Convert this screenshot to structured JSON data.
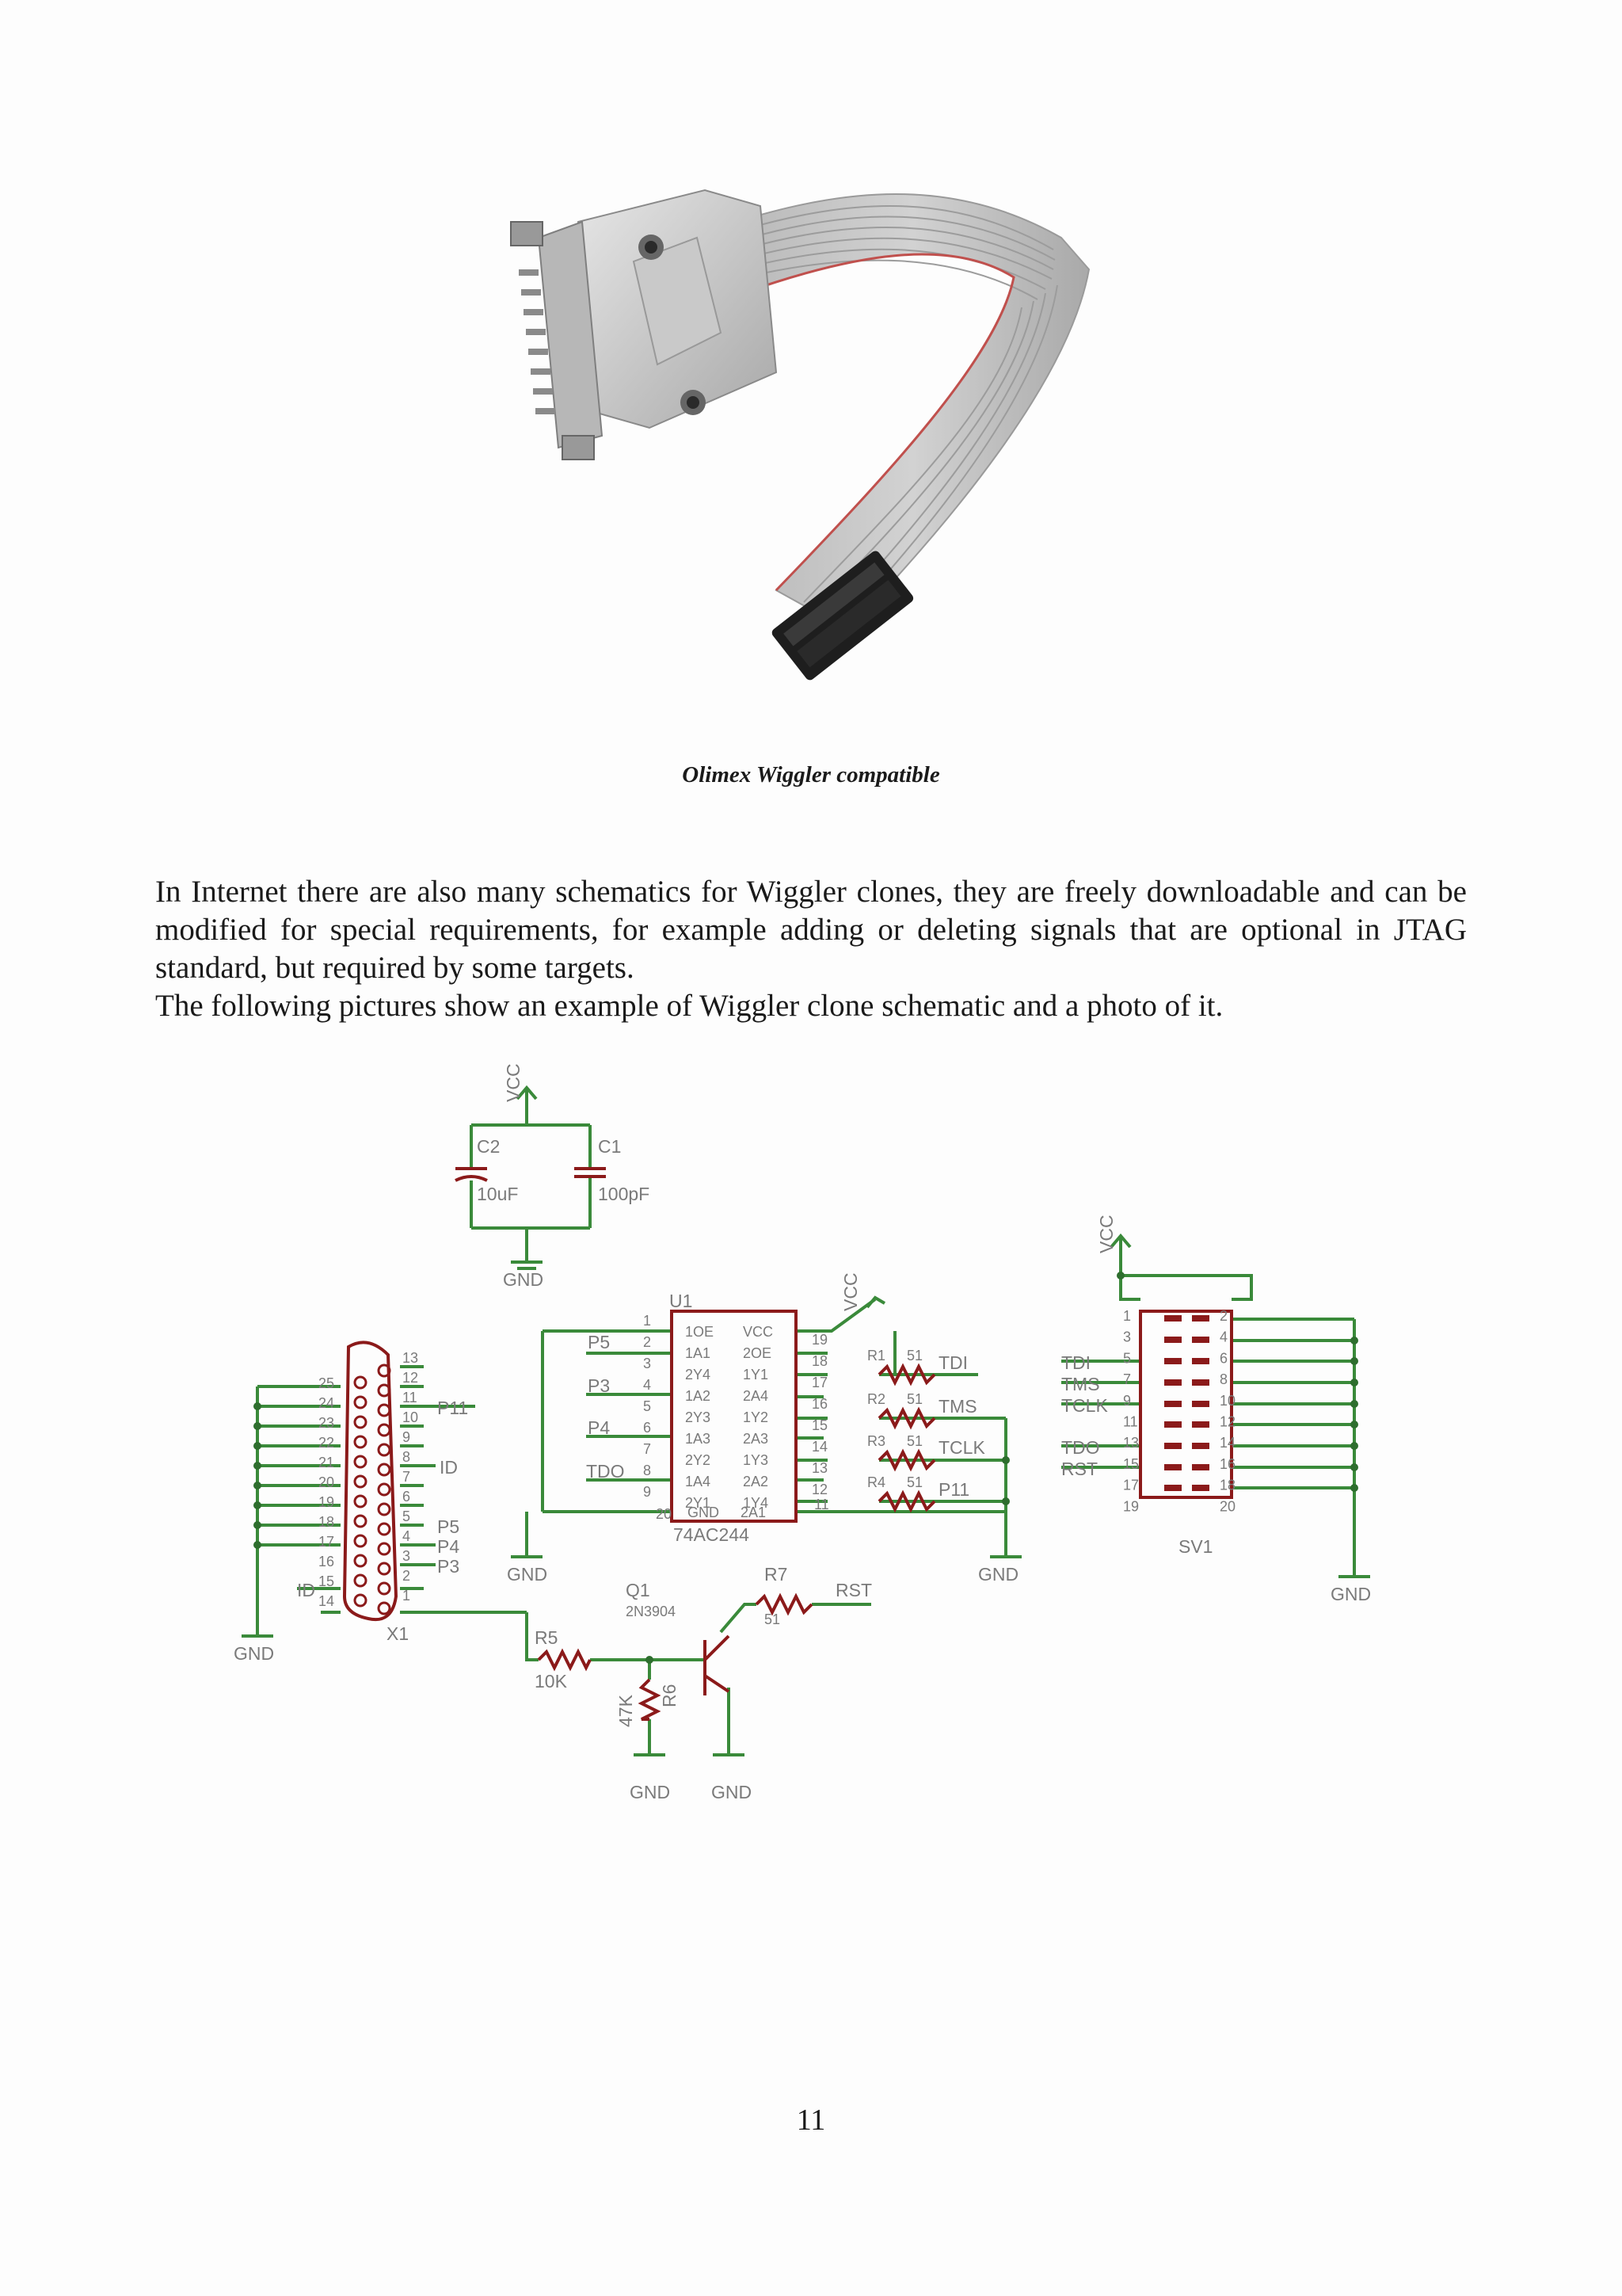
{
  "figure1": {
    "caption": "Olimex Wiggler compatible"
  },
  "paragraph1": "In Internet there are also many schematics for Wiggler clones, they are freely downloadable and can be modified for special requirements, for example adding or deleting signals that are optional in JTAG standard, but required by some targets.",
  "paragraph2": "The following pictures show an example of Wiggler clone schematic and a photo of it.",
  "schematic": {
    "power_labels": {
      "vcc_top": "VCC",
      "vcc_buffer": "VCC",
      "vcc_header": "VCC",
      "gnd_caps": "GND",
      "gnd_buffer_left": "GND",
      "gnd_buffer_right": "GND",
      "gnd_header": "GND",
      "gnd_db25": "GND",
      "gnd_r6": "GND",
      "gnd_q1": "GND"
    },
    "capacitors": {
      "c2_name": "C2",
      "c2_value": "10uF",
      "c1_name": "C1",
      "c1_value": "100pF"
    },
    "buffer": {
      "name": "U1",
      "part": "74AC244",
      "left_pin_numbers": [
        "1",
        "2",
        "3",
        "4",
        "5",
        "6",
        "7",
        "8",
        "9"
      ],
      "left_pin_names": [
        "1OE",
        "1A1",
        "2Y4",
        "1A2",
        "2Y3",
        "1A3",
        "2Y2",
        "1A4",
        "2Y1"
      ],
      "right_pin_names": [
        "VCC",
        "2OE",
        "1Y1",
        "2A4",
        "1Y2",
        "2A3",
        "1Y3",
        "2A2",
        "1Y4"
      ],
      "right_pin_numbers": [
        "19",
        "18",
        "17",
        "16",
        "15",
        "14",
        "13",
        "12"
      ],
      "gnd_pin_name": "GND",
      "gnd_pin_right": "2A1",
      "pin_11": "11",
      "pin_20": "20",
      "input_nets": [
        "P5",
        "P3",
        "P4",
        "TDO"
      ]
    },
    "resistors": {
      "r1": "R1",
      "r1_value": "51",
      "r2": "R2",
      "r2_value": "51",
      "r3": "R3",
      "r3_value": "51",
      "r4": "R4",
      "r4_value": "51",
      "r5": "R5",
      "r5_value": "10K",
      "r6": "R6",
      "r6_value": "47K",
      "r7": "R7",
      "r7_value": "51"
    },
    "buffer_outputs": [
      "TDI",
      "TMS",
      "TCLK",
      "P11"
    ],
    "transistor": {
      "name": "Q1",
      "part": "2N3904",
      "output_net": "RST"
    },
    "db25": {
      "name": "X1",
      "left_pins": [
        "25",
        "24",
        "23",
        "22",
        "21",
        "20",
        "19",
        "18",
        "17",
        "16",
        "15",
        "14"
      ],
      "right_pins": [
        "13",
        "12",
        "11",
        "10",
        "9",
        "8",
        "7",
        "6",
        "5",
        "4",
        "3",
        "2",
        "1"
      ],
      "net_labels": [
        "P11",
        "ID",
        "P5",
        "P4",
        "P3"
      ],
      "id_left": "ID"
    },
    "header": {
      "name": "SV1",
      "left_pins": [
        "1",
        "3",
        "5",
        "7",
        "9",
        "11",
        "13",
        "15",
        "17",
        "19"
      ],
      "right_pins": [
        "2",
        "4",
        "6",
        "8",
        "10",
        "12",
        "14",
        "16",
        "18",
        "20"
      ],
      "net_labels": [
        "TDI",
        "TMS",
        "TCLK",
        "TDO",
        "RST"
      ]
    },
    "colors": {
      "wire": "#3a8a3a",
      "component": "#8b1a1a",
      "label": "#7a7a7a"
    }
  },
  "page_number": "11"
}
